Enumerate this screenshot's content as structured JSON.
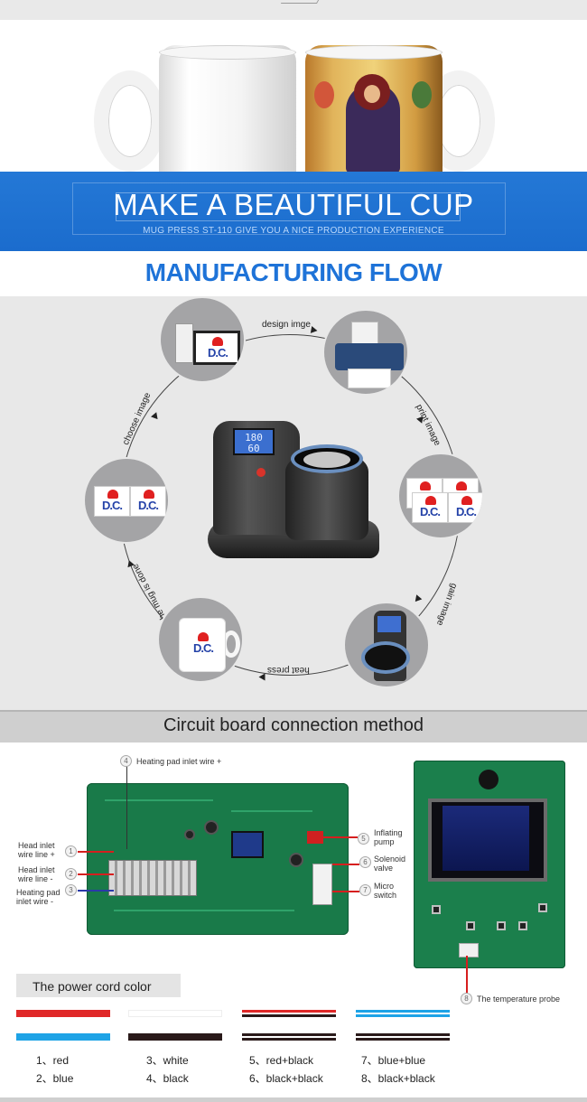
{
  "hero": {
    "title": "MAKE A BEAUTIFUL CUP",
    "subtitle": "MUG PRESS ST-110  GIVE YOU A NICE PRODUCTION EXPERIENCE"
  },
  "flow": {
    "title": "MANUFACTURING FLOW",
    "steps": {
      "design": "design imge",
      "print": "print image",
      "gain": "gain image",
      "heat": "heat press",
      "done": "the mug is done",
      "choose": "choose image"
    },
    "machine_display": {
      "line1": "180",
      "line2": "60"
    },
    "print_text": "D.C."
  },
  "circuit": {
    "title": "Circuit board connection method",
    "callouts": {
      "heating_pad_plus": "Heating pad inlet wire +",
      "head_inlet_plus": "Head inlet wire line +",
      "head_inlet_minus": "Head inlet wire line -",
      "heating_pad_minus": "Heating pad inlet wire -",
      "inflating_pump": "Inflating pump",
      "solenoid_valve": "Solenoid valve",
      "micro_switch": "Micro switch",
      "temperature_probe": "The temperature probe"
    },
    "numbers": [
      "1",
      "2",
      "3",
      "4",
      "5",
      "6",
      "7",
      "8"
    ]
  },
  "power_cord": {
    "title": "The power cord color",
    "items": {
      "red": "1、red",
      "blue": "2、blue",
      "white": "3、white",
      "black": "4、black",
      "red_black": "5、red+black",
      "black_black": "6、black+black",
      "blue_blue": "7、blue+blue",
      "black_black_8": "8、black+black"
    },
    "colors": {
      "red": "#e02828",
      "blue": "#1ea3e6",
      "white": "#ffffff",
      "black": "#2a1a1a"
    }
  },
  "colors": {
    "band_blue": "#1b6ccd",
    "flow_title_blue": "#1e73d8",
    "pcb_green": "#197a49"
  }
}
